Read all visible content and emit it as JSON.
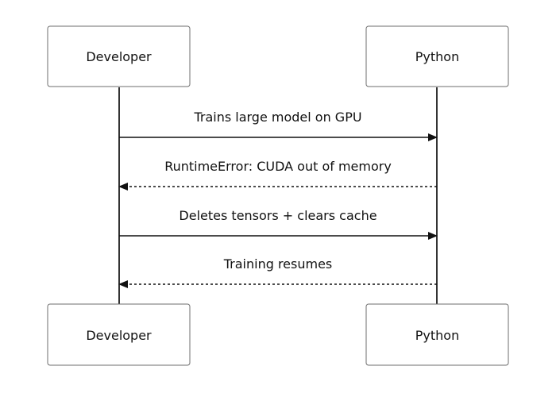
{
  "participants": [
    {
      "id": "developer",
      "label": "Developer"
    },
    {
      "id": "python",
      "label": "Python"
    }
  ],
  "messages": [
    {
      "from": "developer",
      "to": "python",
      "text": "Trains large model on GPU",
      "style": "solid"
    },
    {
      "from": "python",
      "to": "developer",
      "text": "RuntimeError: CUDA out of memory",
      "style": "dashed"
    },
    {
      "from": "developer",
      "to": "python",
      "text": "Deletes tensors + clears cache",
      "style": "solid"
    },
    {
      "from": "python",
      "to": "developer",
      "text": "Training resumes",
      "style": "dashed"
    }
  ],
  "colors": {
    "box_border": "#6e6e6e",
    "lifeline": "#333333",
    "arrow": "#111111",
    "text": "#111111"
  }
}
